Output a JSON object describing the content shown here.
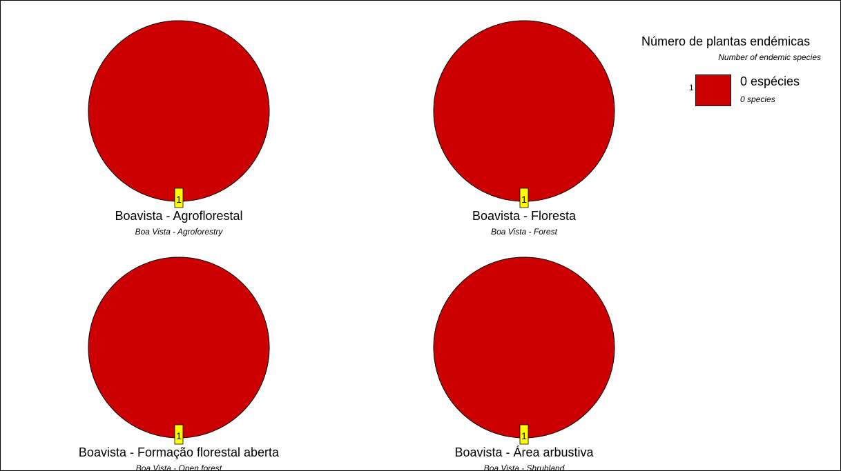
{
  "colors": {
    "slice": "#cc0000",
    "count_box": "#ffff00"
  },
  "chart_data": {
    "type": "pie",
    "charts": [
      {
        "title": "Boavista - Agroflorestal",
        "subtitle": "Boa Vista - Agroforestry",
        "slices": [
          {
            "category": "0 espécies",
            "value": 1
          }
        ],
        "count_label": "1"
      },
      {
        "title": "Boavista - Floresta",
        "subtitle": "Boa Vista - Forest",
        "slices": [
          {
            "category": "0 espécies",
            "value": 1
          }
        ],
        "count_label": "1"
      },
      {
        "title": "Boavista - Formação florestal aberta",
        "subtitle": "Boa Vista - Open forest",
        "slices": [
          {
            "category": "0 espécies",
            "value": 1
          }
        ],
        "count_label": "1"
      },
      {
        "title": "Boavista - Área arbustiva",
        "subtitle": "Boa Vista - Shrubland",
        "slices": [
          {
            "category": "0 espécies",
            "value": 1
          }
        ],
        "count_label": "1"
      }
    ],
    "legend": {
      "title": "Número de plantas endémicas",
      "subtitle": "Number of endemic species",
      "placement": "top-right",
      "items": [
        {
          "index": "1",
          "label": "0 espécies",
          "sublabel": "0 species"
        }
      ]
    }
  }
}
